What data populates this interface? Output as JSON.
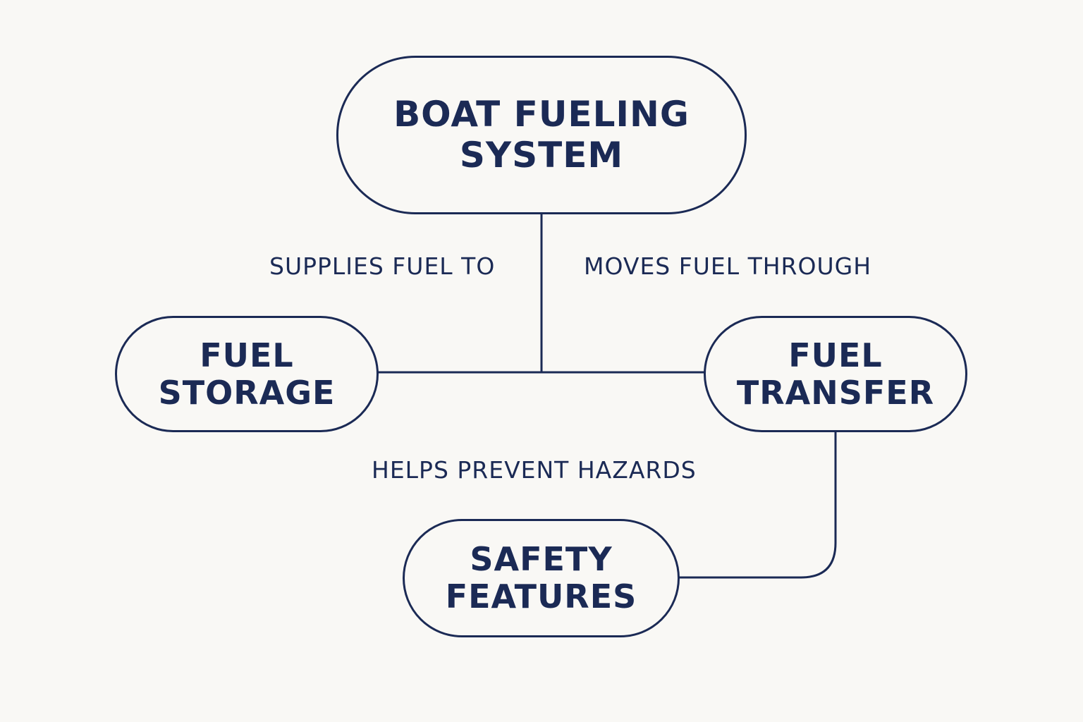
{
  "nodes": {
    "root": {
      "line1": "BOAT FUELING",
      "line2": "SYSTEM"
    },
    "storage": {
      "line1": "FUEL",
      "line2": "STORAGE"
    },
    "transfer": {
      "line1": "FUEL",
      "line2": "TRANSFER"
    },
    "safety": {
      "line1": "SAFETY",
      "line2": "FEATURES"
    }
  },
  "edges": {
    "supplies": "SUPPLIES FUEL TO",
    "moves": "MOVES FUEL THROUGH",
    "helps": "HELPS PREVENT HAZARDS"
  },
  "colors": {
    "stroke": "#1b2a55",
    "background": "#f9f8f5"
  }
}
